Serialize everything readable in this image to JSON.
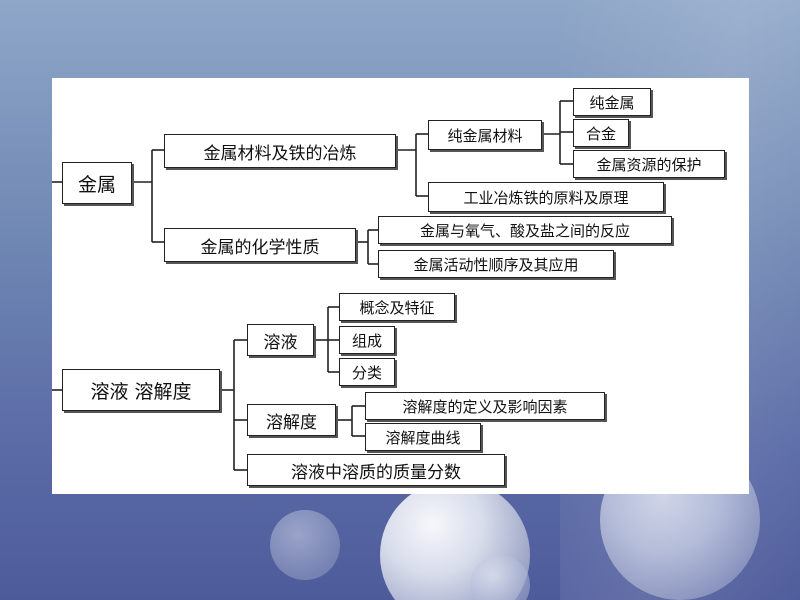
{
  "diagram": {
    "root1": {
      "label": "金属",
      "branch_a": {
        "label": "金属材料及铁的冶炼",
        "sub1": {
          "label": "纯金属材料",
          "items": [
            "纯金属",
            "合金",
            "金属资源的保护"
          ]
        },
        "sub2": {
          "label": "工业冶炼铁的原料及原理"
        }
      },
      "branch_b": {
        "label": "金属的化学性质",
        "items": [
          "金属与氧气、酸及盐之间的反应",
          "金属活动性顺序及其应用"
        ]
      }
    },
    "root2": {
      "label": "溶液  溶解度",
      "branch_a": {
        "label": "溶液",
        "items": [
          "概念及特征",
          "组成",
          "分类"
        ]
      },
      "branch_b": {
        "label": "溶解度",
        "items": [
          "溶解度的定义及影响因素",
          "溶解度曲线"
        ]
      },
      "branch_c": {
        "label": "溶液中溶质的质量分数"
      }
    }
  }
}
